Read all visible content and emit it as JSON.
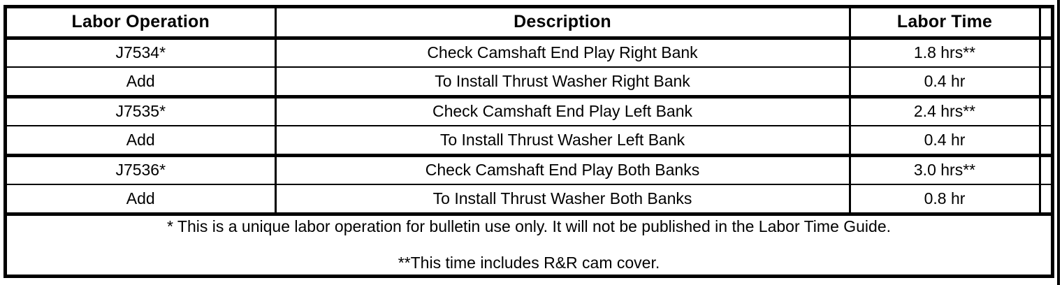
{
  "table": {
    "columns": [
      {
        "key": "labor_operation",
        "label": "Labor Operation"
      },
      {
        "key": "description",
        "label": "Description"
      },
      {
        "key": "labor_time",
        "label": "Labor Time"
      },
      {
        "key": "extra",
        "label": ""
      }
    ],
    "rows": [
      {
        "labor_operation": "J7534*",
        "description": "Check Camshaft End Play Right Bank",
        "labor_time": "1.8 hrs**",
        "extra": ""
      },
      {
        "labor_operation": "Add",
        "description": "To Install Thrust Washer Right Bank",
        "labor_time": "0.4 hr",
        "extra": ""
      },
      {
        "labor_operation": "J7535*",
        "description": "Check Camshaft End Play Left Bank",
        "labor_time": "2.4 hrs**",
        "extra": ""
      },
      {
        "labor_operation": "Add",
        "description": "To Install Thrust Washer Left Bank",
        "labor_time": "0.4 hr",
        "extra": ""
      },
      {
        "labor_operation": "J7536*",
        "description": "Check Camshaft End Play Both Banks",
        "labor_time": "3.0 hrs**",
        "extra": ""
      },
      {
        "labor_operation": "Add",
        "description": "To Install Thrust Washer Both Banks",
        "labor_time": "0.8 hr",
        "extra": ""
      }
    ],
    "footnotes": [
      "* This is a unique labor operation for bulletin use only. It will not be published in the Labor Time Guide.",
      "**This time includes R&R cam cover."
    ]
  },
  "colors": {
    "rule": "#000000",
    "text": "#000000",
    "background": "#ffffff"
  }
}
